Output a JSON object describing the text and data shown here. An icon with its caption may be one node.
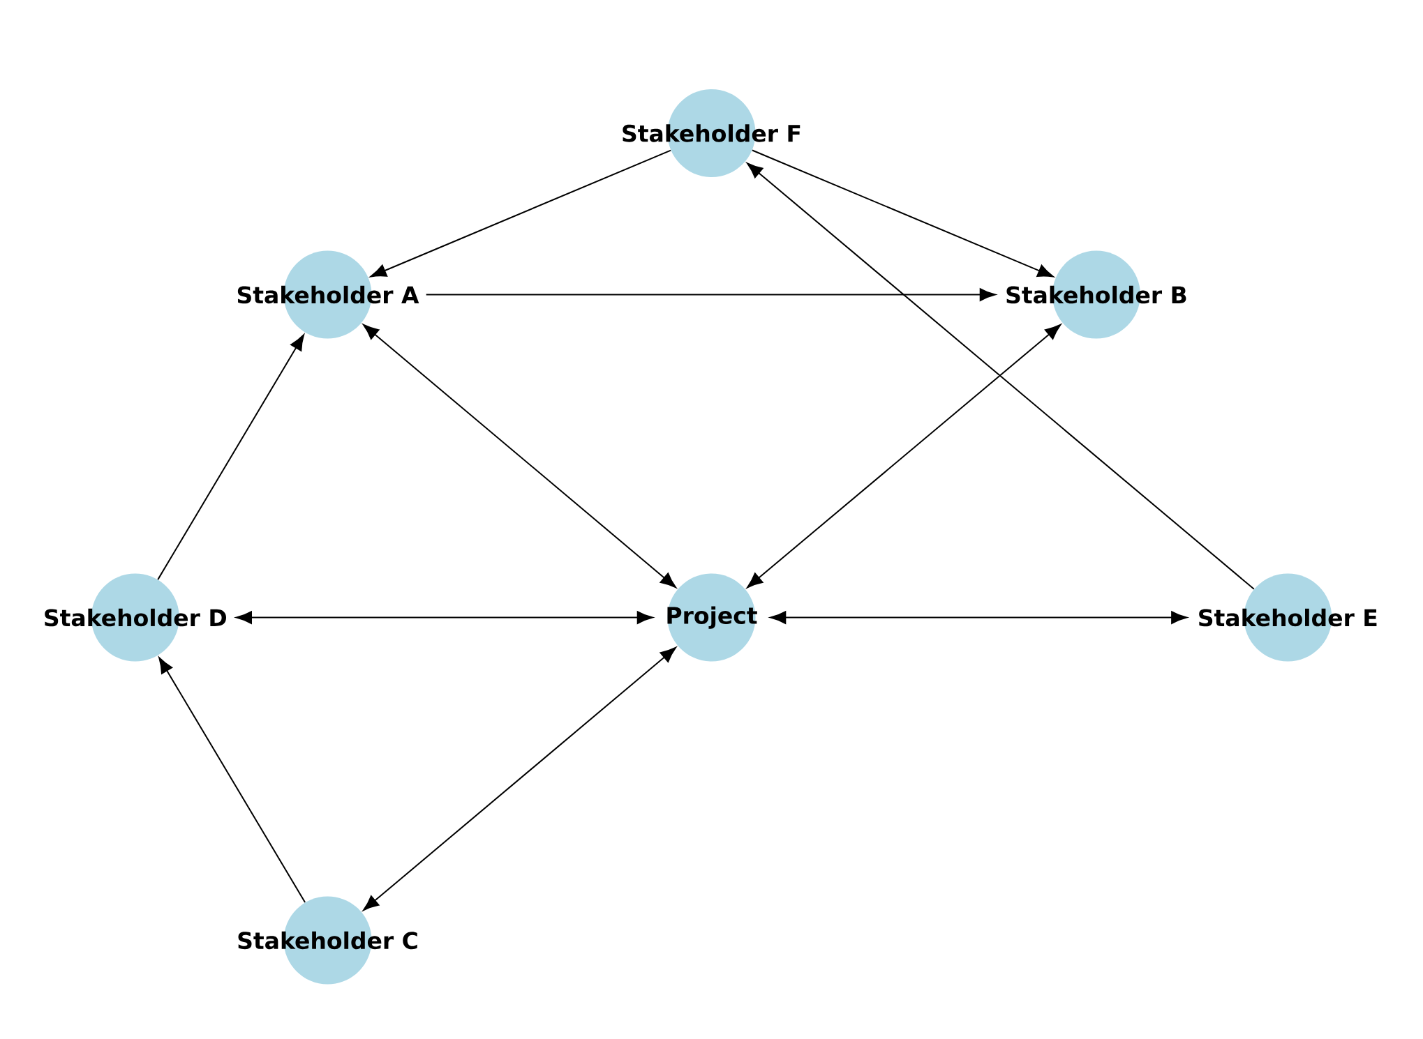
{
  "diagram": {
    "nodes": [
      {
        "text": [
          "Stakeholder F"
        ]
      },
      {
        "text": [
          "Stakeholder A"
        ]
      },
      {
        "text": [
          "Stakeholder B"
        ]
      },
      {
        "text": [
          "Stakeholder D"
        ]
      },
      {
        "text": [
          "Project"
        ]
      },
      {
        "text": [
          "Stakeholder E"
        ]
      },
      {
        "text": [
          "Stakeholder C"
        ]
      }
    ],
    "edges": [
      {
        "from": 0,
        "to": 1,
        "arrow": "to"
      },
      {
        "from": 0,
        "to": 2,
        "arrow": "to"
      },
      {
        "from": 1,
        "to": 2,
        "arrow": "to"
      },
      {
        "from": 1,
        "to": 4,
        "arrow": "both"
      },
      {
        "from": 2,
        "to": 4,
        "arrow": "both"
      },
      {
        "from": 3,
        "to": 1,
        "arrow": "to"
      },
      {
        "from": 3,
        "to": 4,
        "arrow": "both"
      },
      {
        "from": 4,
        "to": 5,
        "arrow": "both"
      },
      {
        "from": 5,
        "to": 0,
        "arrow": "to"
      },
      {
        "from": 6,
        "to": 3,
        "arrow": "to"
      },
      {
        "from": 4,
        "to": 6,
        "arrow": "both"
      }
    ]
  }
}
